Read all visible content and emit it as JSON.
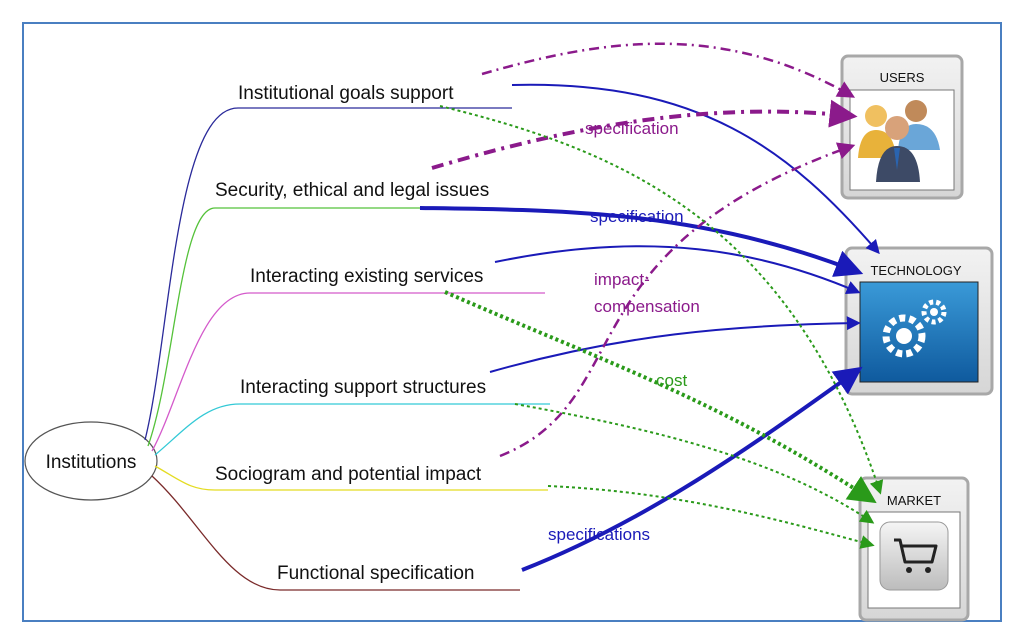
{
  "root": {
    "label": "Institutions"
  },
  "branches": [
    {
      "label": "Institutional goals support",
      "color": "#2a2a9a"
    },
    {
      "label": "Security, ethical and legal issues",
      "color": "#55c23a"
    },
    {
      "label": "Interacting existing services",
      "color": "#d45acb"
    },
    {
      "label": "Interacting support structures",
      "color": "#33c9d6"
    },
    {
      "label": "Sociogram and potential impact",
      "color": "#e4dc22"
    },
    {
      "label": "Functional specification",
      "color": "#7a2a2a"
    }
  ],
  "targets": {
    "users": {
      "label": "USERS",
      "icon": "users-group-icon"
    },
    "technology": {
      "label": "TECHNOLOGY",
      "icon": "gears-icon"
    },
    "market": {
      "label": "MARKET",
      "icon": "shopping-cart-icon"
    }
  },
  "edge_labels": {
    "users_spec": "specification",
    "tech_spec": "specification",
    "impact": "impact-",
    "compensation": "compensation",
    "cost": "cost",
    "market_spec": "specifications"
  },
  "colors": {
    "purple": "#8b1a8b",
    "blue": "#1a1ab8",
    "green": "#2a9a1a",
    "frame": "#4a7fc1"
  }
}
